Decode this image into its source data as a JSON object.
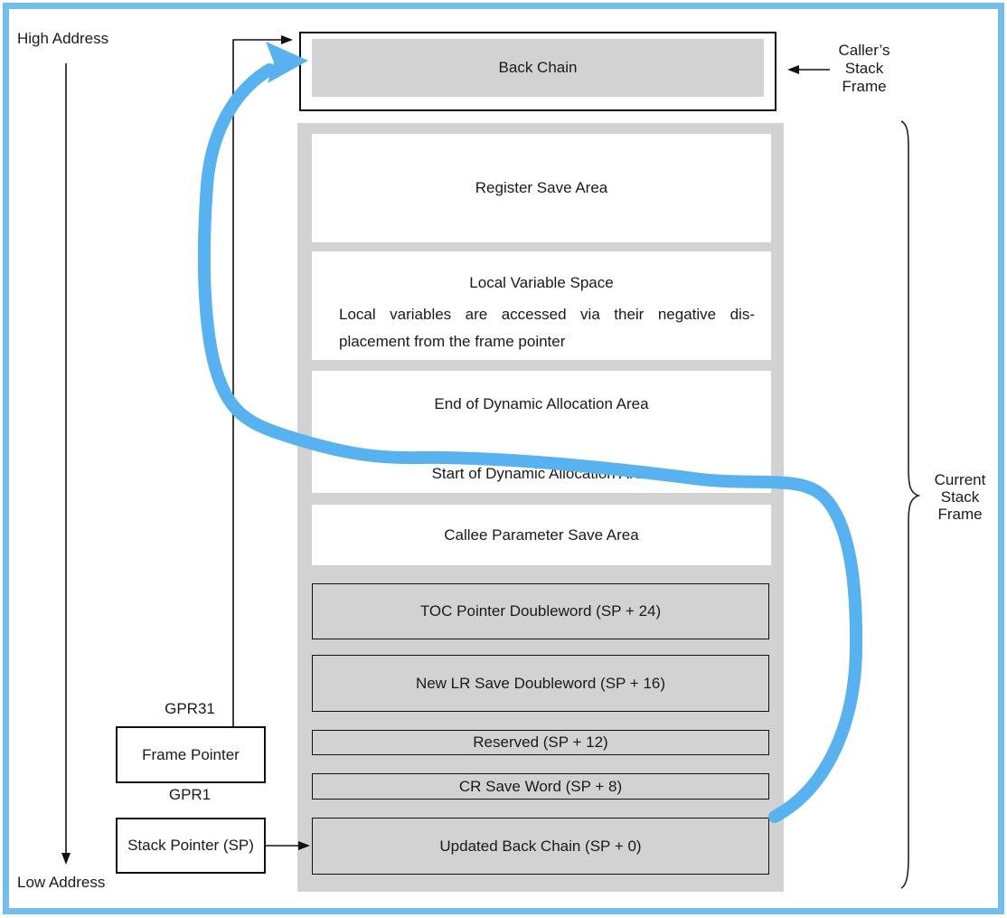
{
  "colors": {
    "frame_blue": "#72bcee",
    "flow_blue": "#59b2f0",
    "gray_fill": "#d2d2d2",
    "line_black": "#111111"
  },
  "labels": {
    "high_address": "High Address",
    "low_address": "Low Address",
    "back_chain": "Back Chain",
    "callers_frame": {
      "line1": "Caller’s",
      "line2": "Stack",
      "line3": "Frame"
    },
    "current_frame": {
      "line1": "Current",
      "line2": "Stack",
      "line3": "Frame"
    },
    "gpr31": "GPR31",
    "gpr1": "GPR1",
    "frame_pointer": "Frame Pointer",
    "stack_pointer": "Stack Pointer (SP)"
  },
  "stack": {
    "boxes": [
      {
        "id": "register-save-area",
        "label": "Register Save Area",
        "style": "white"
      },
      {
        "id": "local-variable-space",
        "heading": "Local Variable Space",
        "body_line1": "Local variables are accessed via their negative dis-",
        "body_line2": "placement from the frame pointer",
        "style": "white"
      },
      {
        "id": "dynamic-allocation-area",
        "top_label": "End of Dynamic Allocation Area",
        "bottom_label": "Start of Dynamic Allocation Area",
        "style": "white"
      },
      {
        "id": "callee-parameter-save-area",
        "label": "Callee Parameter Save Area",
        "style": "white"
      },
      {
        "id": "toc-pointer-doubleword",
        "label": "TOC Pointer Doubleword (SP + 24)",
        "style": "gray-bordered"
      },
      {
        "id": "new-lr-save-doubleword",
        "label": "New LR Save Doubleword (SP + 16)",
        "style": "gray-bordered"
      },
      {
        "id": "reserved",
        "label": "Reserved (SP + 12)",
        "style": "gray-bordered"
      },
      {
        "id": "cr-save-word",
        "label": "CR Save Word (SP + 8)",
        "style": "gray-bordered"
      },
      {
        "id": "updated-back-chain",
        "label": "Updated Back Chain (SP + 0)",
        "style": "gray-bordered"
      }
    ]
  }
}
